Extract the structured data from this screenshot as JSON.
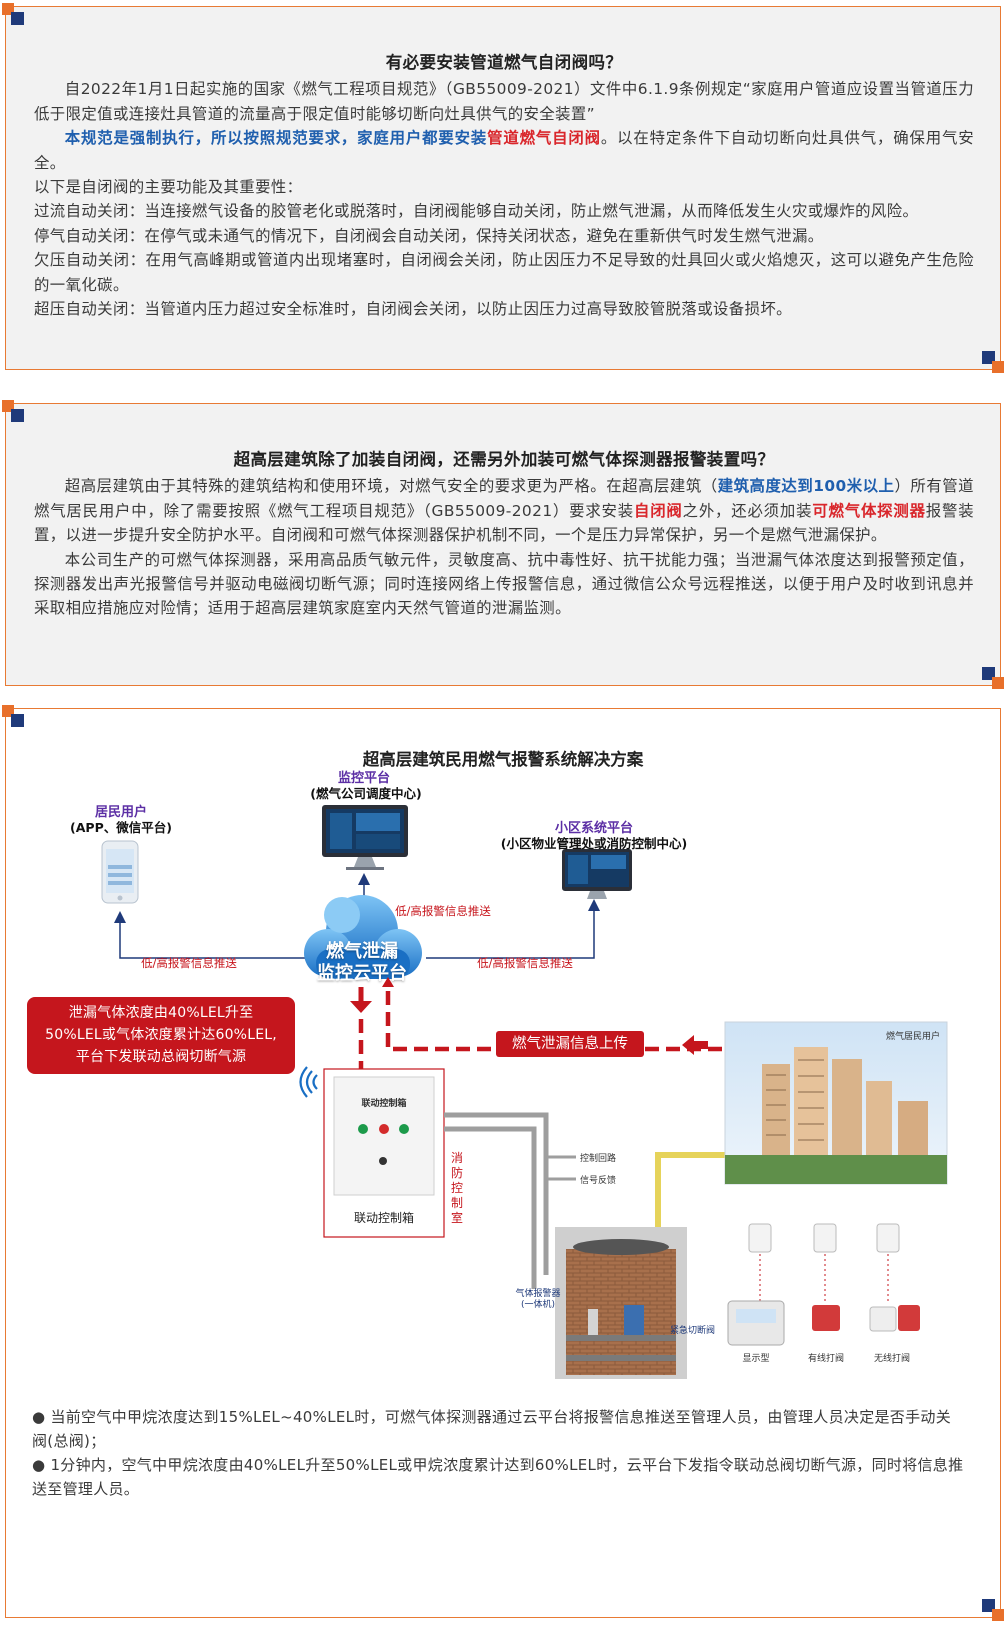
{
  "section1": {
    "title": "有必要安装管道燃气自闭阀吗？",
    "p1": "自2022年1月1日起实施的国家《燃气工程项目规范》（GB55009-2021）文件中6.1.9条例规定“家庭用户管道应设置当管道压力低于限定值或连接灶具管道的流量高于限定值时能够切断向灶具供气的安全装置”",
    "p2_blue_a": "本规范是强制执行，所以按照规范要求，家庭用户都要安装",
    "p2_red": "管道燃气自闭阀",
    "p2_rest": "。以在特定条件下自动切断向灶具供气，确保用气安全。",
    "p3": "以下是自闭阀的主要功能及其重要性：",
    "p4": "过流自动关闭：当连接燃气设备的胶管老化或脱落时，自闭阀能够自动关闭，防止燃气泄漏，从而降低发生火灾或爆炸的风险。",
    "p5": "停气自动关闭：在停气或未通气的情况下，自闭阀会自动关闭，保持关闭状态，避免在重新供气时发生燃气泄漏。",
    "p6": "欠压自动关闭：在用气高峰期或管道内出现堵塞时，自闭阀会关闭，防止因压力不足导致的灶具回火或火焰熄灭，这可以避免产生危险的一氧化碳。",
    "p7": "超压自动关闭：当管道内压力超过安全标准时，自闭阀会关闭，以防止因压力过高导致胶管脱落或设备损坏。"
  },
  "section2": {
    "title": "超高层建筑除了加装自闭阀，还需另外加装可燃气体探测器报警装置吗？",
    "p1_a": "超高层建筑由于其特殊的建筑结构和使用环境，对燃气安全的要求更为严格。在超高层建筑（",
    "p1_blue": "建筑高度达到100米以上",
    "p1_b": "）所有管道燃气居民用户中，除了需要按照《燃气工程项目规范》（GB55009-2021）要求安装",
    "p1_red1": "自闭阀",
    "p1_c": "之外，还必须加装",
    "p1_red2": "可燃气体探测器",
    "p1_d": "报警装置，以进一步提升安全防护水平。自闭阀和可燃气体探测器保护机制不同，一个是压力异常保护，另一个是燃气泄漏保护。",
    "p2": "本公司生产的可燃气体探测器，采用高品质气敏元件，灵敏度高、抗中毒性好、抗干扰能力强；当泄漏气体浓度达到报警预定值，探测器发出声光报警信号并驱动电磁阀切断气源；同时连接网络上传报警信息，通过微信公众号远程推送，以便于用户及时收到讯息并采取相应措施应对险情；适用于超高层建筑家庭室内天然气管道的泄漏监测。"
  },
  "diagram": {
    "title": "超高层建筑民用燃气报警系统解决方案",
    "monitor_title": "监控平台",
    "monitor_sub": "(燃气公司调度中心)",
    "resident_title": "居民用户",
    "resident_sub": "(APP、微信平台)",
    "community_title": "小区系统平台",
    "community_sub": "(小区物业管理处或消防控制中心)",
    "push_top": "低/高报警信息推送",
    "push_left": "低/高报警信息推送",
    "push_right": "低/高报警信息推送",
    "cloud_line1": "燃气泄漏",
    "cloud_line2": "监控云平台",
    "redbox_line1": "泄漏气体浓度由40%LEL升至",
    "redbox_line2": "50%LEL或气体浓度累计达60%LEL,",
    "redbox_line3": "平台下发联动总阀切断气源",
    "upload_label": "燃气泄漏信息上传",
    "control_box_title": "联动控制箱",
    "control_box_caption": "联动控制箱",
    "fire_room": "消防控制室",
    "control_loop": "控制回路",
    "signal_feedback": "信号反馈",
    "gas_detector": "气体报警器\n(一体机)",
    "emergency_valve": "紧急切断阀",
    "building_label": "燃气居民用户",
    "device1": "显示型",
    "device2": "有线打阀",
    "device3": "无线打阀",
    "colors": {
      "accent_red": "#c5161d",
      "cloud_blue": "#2a8fdc",
      "purple": "#5c2fa5",
      "pipe_gray": "#9e9e9e",
      "pipe_yellow": "#e6d35a"
    }
  },
  "notes": {
    "n1": "● 当前空气中甲烷浓度达到15%LEL~40%LEL时，可燃气体探测器通过云平台将报警信息推送至管理人员，由管理人员决定是否手动关阀(总阀)；",
    "n2": "● 1分钟内，空气中甲烷浓度由40%LEL升至50%LEL或甲烷浓度累计达到60%LEL时，云平台下发指令联动总阀切断气源，同时将信息推送至管理人员。"
  }
}
